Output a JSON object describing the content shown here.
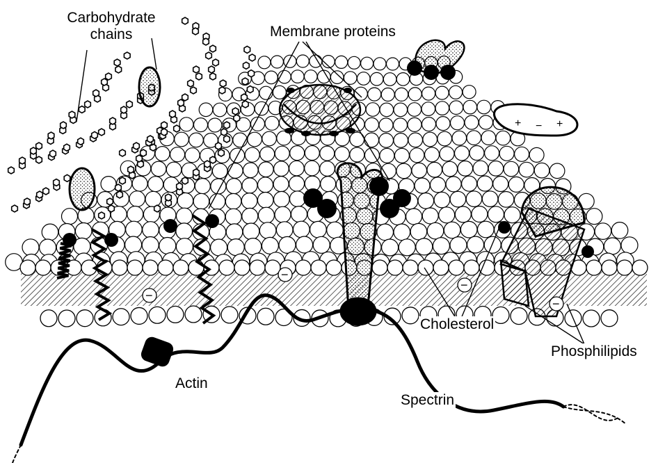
{
  "labels": {
    "carbohydrate": "Carbohydrate\nchains",
    "membrane_proteins": "Membrane proteins",
    "cholesterol": "Cholesterol",
    "phospholipids": "Phosphilipids",
    "actin": "Actin",
    "spectrin": "Spectrin"
  },
  "charge_symbols": {
    "negative": "−",
    "positive": "+"
  },
  "colors": {
    "ink": "#000000",
    "paper": "#ffffff",
    "shade": "#555555"
  }
}
